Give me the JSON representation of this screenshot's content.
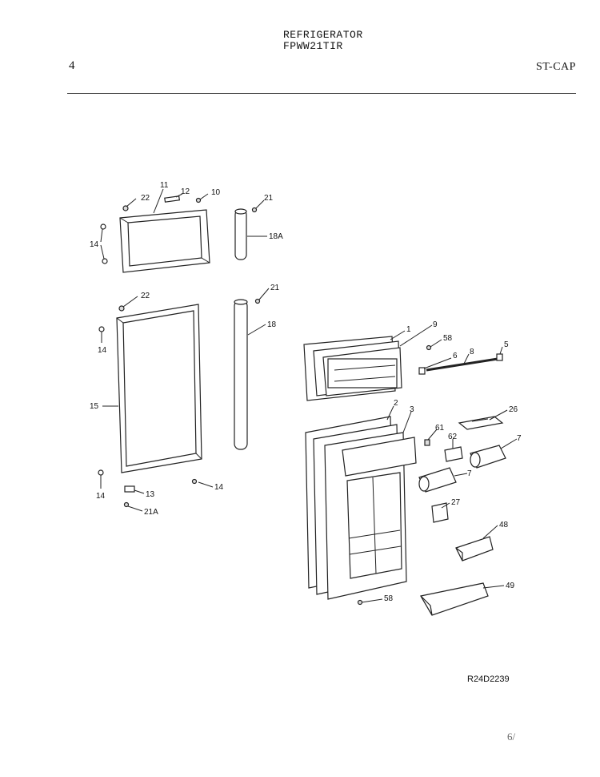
{
  "header": {
    "title_line1": "REFRIGERATOR",
    "title_line2": "FPWW21TIR",
    "page_number": "4",
    "section": "ST-CAP"
  },
  "diagram": {
    "reference_code": "R24D2239",
    "corner_mark": "6/",
    "callouts": {
      "c11": "11",
      "c12": "12",
      "c22a": "22",
      "c10": "10",
      "c21a": "21",
      "c14a": "14",
      "c18A": "18A",
      "c22b": "22",
      "c21b": "21",
      "c18": "18",
      "c14b": "14",
      "c15": "15",
      "c14c": "14",
      "c14d": "14",
      "c13": "13",
      "c21A": "21A",
      "c1": "1",
      "c9": "9",
      "c58a": "58",
      "c6": "6",
      "c8": "8",
      "c5": "5",
      "c2": "2",
      "c3": "3",
      "c26": "26",
      "c61": "61",
      "c62": "62",
      "c7a": "7",
      "c7b": "7",
      "c27": "27",
      "c48": "48",
      "c49": "49",
      "c58b": "58"
    }
  }
}
